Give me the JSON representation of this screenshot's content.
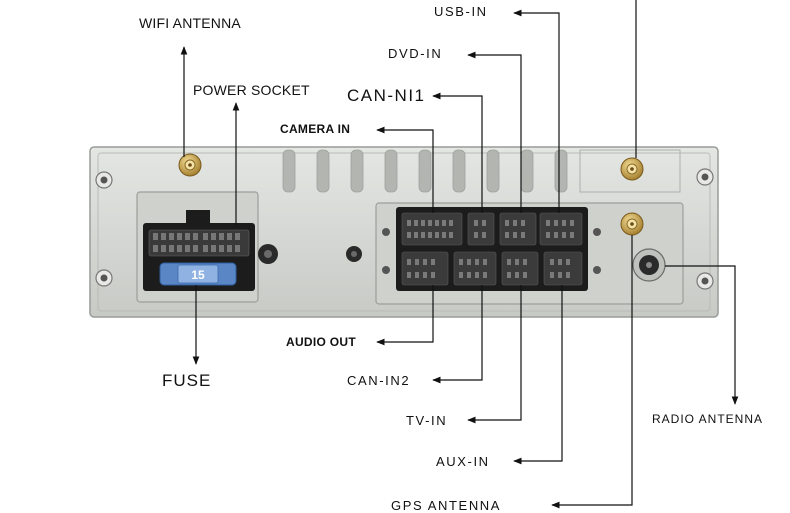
{
  "labels": {
    "wifi_antenna": "WIFI ANTENNA",
    "power_socket": "POWER SOCKET",
    "usb_in": "USB-IN",
    "dvd_in": "DVD-IN",
    "can_ni1": "CAN-NI1",
    "camera_in": "CAMERA IN",
    "audio_out": "AUDIO OUT",
    "fuse": "FUSE",
    "can_in2": "CAN-IN2",
    "tv_in": "TV-IN",
    "aux_in": "AUX-IN",
    "gps_antenna": "GPS ANTENNA",
    "radio_antenna": "RADIO ANTENNA",
    "fuse_value": "15"
  },
  "colors": {
    "panel": "#d7d9d6",
    "connector": "#1c1c1c",
    "brass": "#c9a24a",
    "fuse_blue": "#5a86c6"
  }
}
